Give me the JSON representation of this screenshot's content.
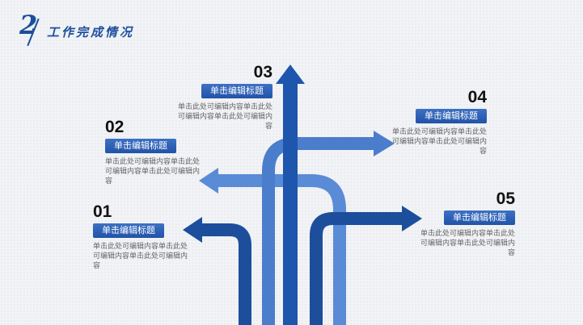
{
  "header": {
    "number": "2",
    "title": "工作完成情况"
  },
  "items": [
    {
      "number": "01",
      "title": "单击编辑标题",
      "desc": "单击此处可编辑内容单击此处可编辑内容单击此处可编辑内容"
    },
    {
      "number": "02",
      "title": "单击编辑标题",
      "desc": "单击此处可编辑内容单击此处可编辑内容单击此处可编辑内容"
    },
    {
      "number": "03",
      "title": "单击编辑标题",
      "desc": "单击此处可编辑内容单击此处可编辑内容单击此处可编辑内容"
    },
    {
      "number": "04",
      "title": "单击编辑标题",
      "desc": "单击此处可编辑内容单击此处可编辑内容单击此处可编辑内容"
    },
    {
      "number": "05",
      "title": "单击编辑标题",
      "desc": "单击此处可编辑内容单击此处可编辑内容单击此处可编辑内容"
    }
  ],
  "colors": {
    "dark_blue": "#1c4e9c",
    "mid_blue": "#3a6cc0",
    "light_blue": "#5a8bd6"
  }
}
